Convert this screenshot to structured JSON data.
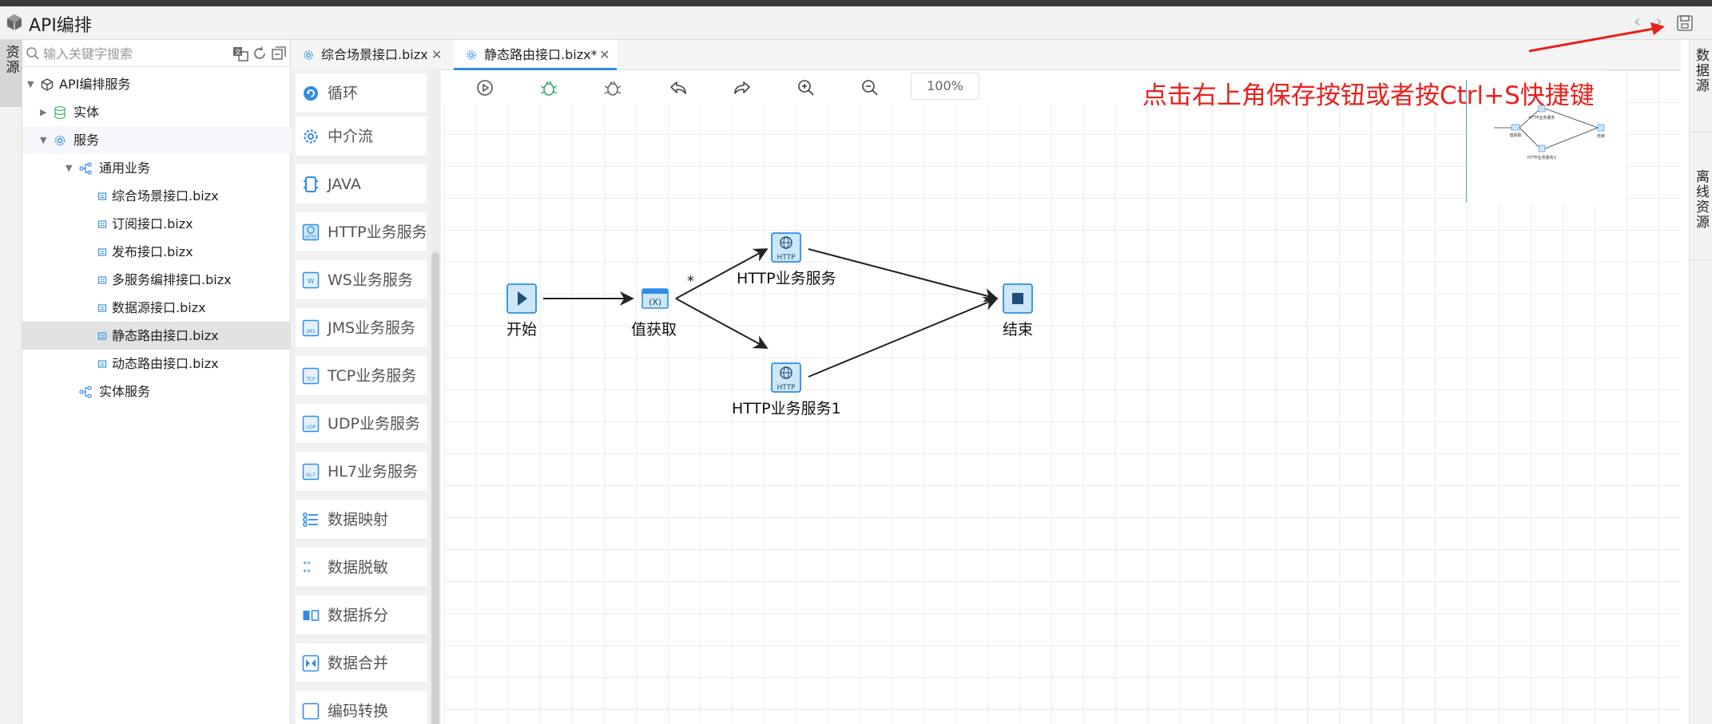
{
  "window": {
    "title": "API编排"
  },
  "left_strip": {
    "tab_label": "资源"
  },
  "right_strip": {
    "tabs": [
      "数据源",
      "离线资源"
    ]
  },
  "search": {
    "placeholder": "输入关键字搜索",
    "value": ""
  },
  "tree": {
    "items": [
      {
        "label": "API编排服务",
        "level": 0,
        "expanded": true,
        "icon": "cube-icon"
      },
      {
        "label": "实体",
        "level": 1,
        "expanded": false,
        "icon": "database-icon"
      },
      {
        "label": "服务",
        "level": 1,
        "expanded": true,
        "icon": "gear-icon"
      },
      {
        "label": "通用业务",
        "level": 2,
        "expanded": true,
        "icon": "branch-icon"
      },
      {
        "label": "综合场景接口.bizx",
        "level": 3,
        "icon": "file-icon"
      },
      {
        "label": "订阅接口.bizx",
        "level": 3,
        "icon": "file-icon"
      },
      {
        "label": "发布接口.bizx",
        "level": 3,
        "icon": "file-icon"
      },
      {
        "label": "多服务编排接口.bizx",
        "level": 3,
        "icon": "file-icon"
      },
      {
        "label": "数据源接口.bizx",
        "level": 3,
        "icon": "file-icon"
      },
      {
        "label": "静态路由接口.bizx",
        "level": 3,
        "icon": "file-icon",
        "selected": true
      },
      {
        "label": "动态路由接口.bizx",
        "level": 3,
        "icon": "file-icon"
      },
      {
        "label": "实体服务",
        "level": 2,
        "icon": "branch-icon"
      }
    ]
  },
  "tabs": [
    {
      "label": "综合场景接口.bizx",
      "active": false
    },
    {
      "label": "静态路由接口.bizx*",
      "active": true
    }
  ],
  "palette": {
    "items": [
      {
        "label": "循环",
        "icon": "loop-icon"
      },
      {
        "label": "中介流",
        "icon": "gear-icon"
      },
      {
        "label": "JAVA",
        "icon": "java-icon"
      },
      {
        "label": "HTTP业务服务",
        "icon": "http-icon"
      },
      {
        "label": "WS业务服务",
        "icon": "ws-icon"
      },
      {
        "label": "JMS业务服务",
        "icon": "jms-icon"
      },
      {
        "label": "TCP业务服务",
        "icon": "tcp-icon"
      },
      {
        "label": "UDP业务服务",
        "icon": "udp-icon"
      },
      {
        "label": "HL7业务服务",
        "icon": "hl7-icon"
      },
      {
        "label": "数据映射",
        "icon": "mapping-icon"
      },
      {
        "label": "数据脱敏",
        "icon": "mask-icon"
      },
      {
        "label": "数据拆分",
        "icon": "split-icon"
      },
      {
        "label": "数据合并",
        "icon": "merge-icon"
      },
      {
        "label": "编码转换",
        "icon": "encode-icon"
      }
    ]
  },
  "canvas_toolbar": {
    "buttons": [
      "run-icon",
      "debug-icon",
      "bug-icon",
      "undo-icon",
      "redo-icon",
      "zoom-in-icon",
      "zoom-out-icon"
    ],
    "zoom": "100%"
  },
  "annotation": {
    "text": "点击右上角保存按钮或者按Ctrl+S快捷键",
    "color": "#e8211b"
  },
  "flow": {
    "nodes": {
      "start": "开始",
      "getvalue": "值获取",
      "getvalue_icon_text": "(X)",
      "http1": "HTTP业务服务",
      "http2": "HTTP业务服务1",
      "http_icon_text": "HTTP",
      "end": "结束"
    },
    "edge_marker": "*"
  },
  "minimap": {
    "label_getvalue": "值获取",
    "label_http1": "HTTP业务服务",
    "label_http2": "HTTP业务服务1",
    "label_end": "结束"
  },
  "colors": {
    "accent": "#2e8de6",
    "node_fill": "#cde7f7",
    "node_stroke": "#2e8de6"
  }
}
